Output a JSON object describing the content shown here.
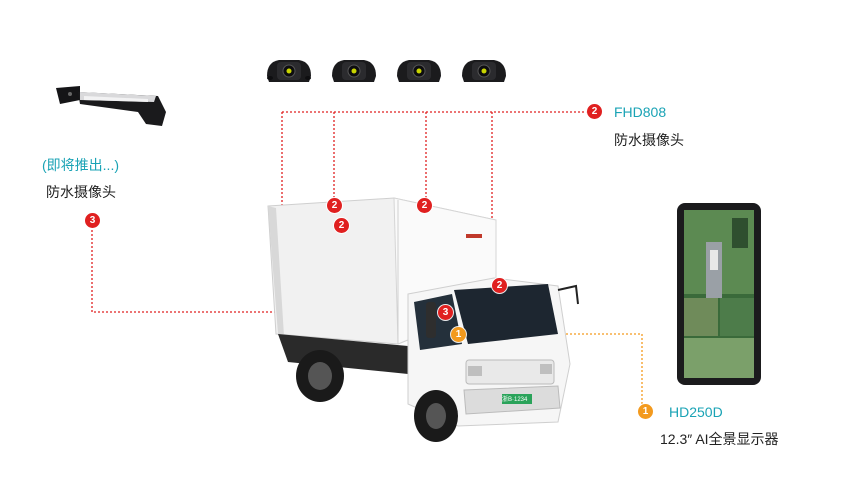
{
  "products": {
    "fhd808": {
      "model": "FHD808",
      "desc": "防水摄像头",
      "badge": "2"
    },
    "coming": {
      "note": "(即将推出...)",
      "desc": "防水摄像头",
      "badge": "3"
    },
    "hd250d": {
      "model": "HD250D",
      "desc": "12.3″   AI全景显示器",
      "badge": "1"
    }
  },
  "truck": {
    "plate": "浙B·1234",
    "badges": [
      "2",
      "2",
      "2",
      "2",
      "3",
      "1"
    ]
  },
  "colors": {
    "red": "#e02020",
    "orange": "#f39a1e",
    "teal": "#1aa3b5"
  },
  "icons": [
    "dome-camera-icon",
    "bar-camera-icon",
    "truck-image",
    "monitor-image"
  ]
}
